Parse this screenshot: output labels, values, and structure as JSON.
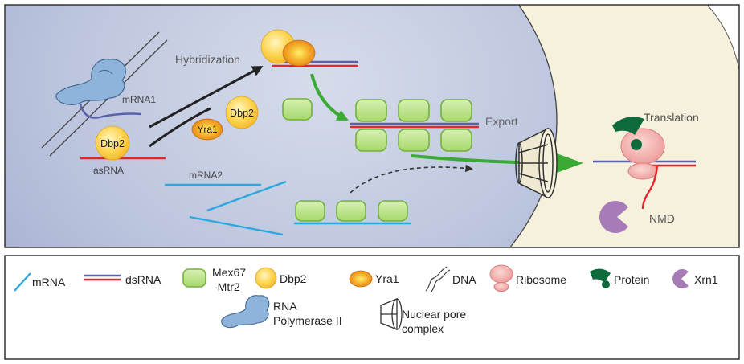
{
  "diagram": {
    "nucleus_labels": {
      "hybridization": "Hybridization",
      "mrna1": "mRNA1",
      "asrna": "asRNA",
      "dbp2_left": "Dbp2",
      "dbp2_right": "Dbp2",
      "yra1": "Yra1",
      "mrna2": "mRNA2",
      "export": "Export"
    },
    "cytoplasm_labels": {
      "translation": "Translation",
      "nmd": "NMD"
    },
    "colors": {
      "nucleus_fill": "#b9c3dd",
      "cytoplasm_fill": "#f6f1dd",
      "cell_edge": "#f2d9a0",
      "mrna": "#2aa8df",
      "dsrna_blue": "#5961aa",
      "dsrna_red": "#e5242b",
      "mex67": "#9fd35b",
      "dbp2": "#fdd04b",
      "yra1": "#f29f21",
      "ribosome": "#f0a0a0",
      "protein": "#0f6b3c",
      "xrn1": "#a77bb7",
      "pol2": "#8fb4dc",
      "arrow_green": "#3aaa35"
    }
  },
  "legend": {
    "items": [
      {
        "icon": "mrna-icon",
        "label": "mRNA"
      },
      {
        "icon": "dsrna-icon",
        "label": "dsRNA"
      },
      {
        "icon": "mex67-icon",
        "label_line1": "Mex67",
        "label_line2": "-Mtr2"
      },
      {
        "icon": "dbp2-icon",
        "label": "Dbp2"
      },
      {
        "icon": "yra1-icon",
        "label": "Yra1"
      },
      {
        "icon": "dna-icon",
        "label": "DNA"
      },
      {
        "icon": "ribosome-icon",
        "label": "Ribosome"
      },
      {
        "icon": "protein-icon",
        "label": "Protein"
      },
      {
        "icon": "xrn1-icon",
        "label": "Xrn1"
      }
    ],
    "row2": [
      {
        "icon": "rna-polymerase-icon",
        "label_line1": "RNA",
        "label_line2": "Polymerase II"
      },
      {
        "icon": "nuclear-pore-icon",
        "label_line1": "Nuclear pore",
        "label_line2": "complex"
      }
    ]
  }
}
